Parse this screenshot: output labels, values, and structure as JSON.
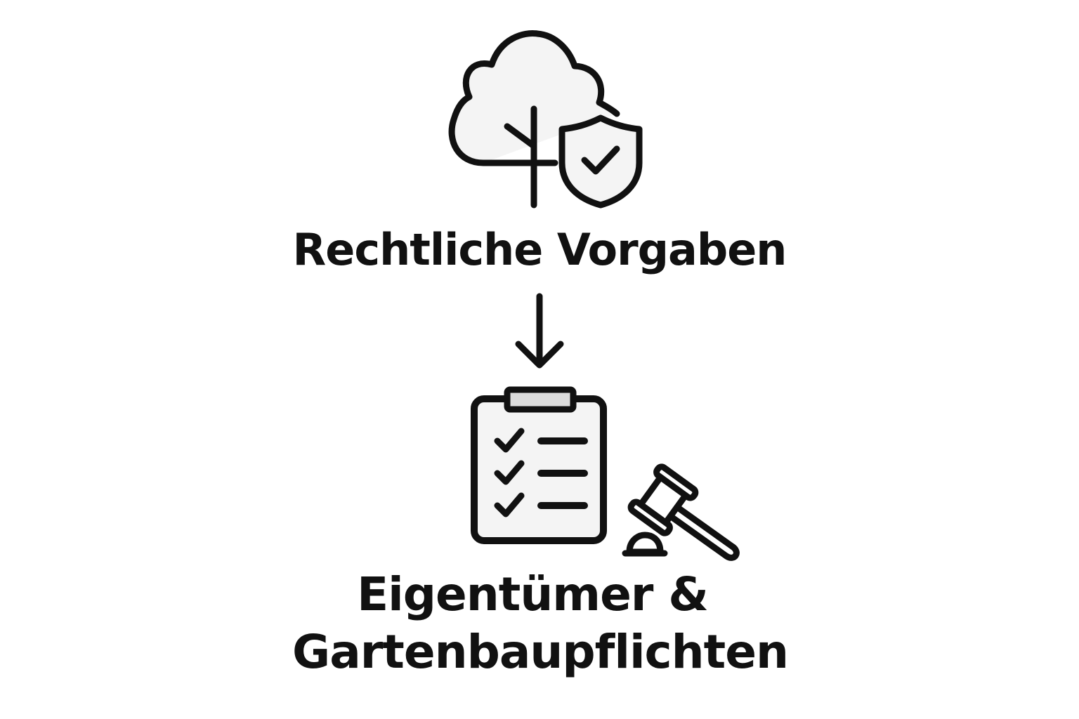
{
  "diagram": {
    "top_node": {
      "icon": "tree-with-shield-check-icon",
      "label": "Rechtliche Vorgaben"
    },
    "connector": {
      "icon": "arrow-down-icon"
    },
    "bottom_node": {
      "icons": [
        "clipboard-checklist-icon",
        "gavel-icon"
      ],
      "label_line1": "Eigentümer &",
      "label_line2": "Gartenbaupflichten"
    }
  },
  "colors": {
    "stroke": "#111111",
    "fill": "#f4f4f4",
    "accent_fill": "#dcdcdc",
    "background": "#ffffff"
  }
}
